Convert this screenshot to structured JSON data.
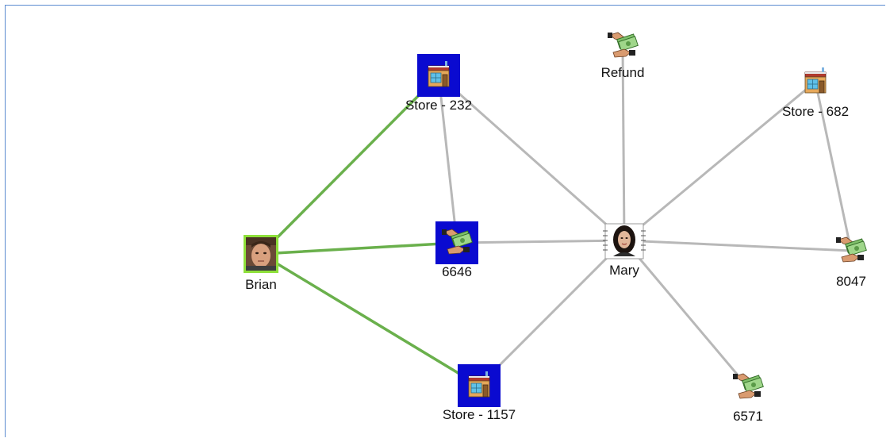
{
  "graph": {
    "nodes": [
      {
        "id": "brian",
        "label": "Brian",
        "kind": "person-male",
        "selected": true
      },
      {
        "id": "mary",
        "label": "Mary",
        "kind": "person-female",
        "selected": false
      },
      {
        "id": "store232",
        "label": "Store - 232",
        "kind": "store",
        "selected": true
      },
      {
        "id": "store1157",
        "label": "Store - 1157",
        "kind": "store",
        "selected": true
      },
      {
        "id": "store682",
        "label": "Store - 682",
        "kind": "store",
        "selected": false
      },
      {
        "id": "t6646",
        "label": "6646",
        "kind": "transaction",
        "selected": true
      },
      {
        "id": "refund",
        "label": "Refund",
        "kind": "transaction",
        "selected": false
      },
      {
        "id": "t8047",
        "label": "8047",
        "kind": "transaction",
        "selected": false
      },
      {
        "id": "t6571",
        "label": "6571",
        "kind": "transaction",
        "selected": false
      }
    ],
    "edges": [
      {
        "from": "brian",
        "to": "store232",
        "highlight": true
      },
      {
        "from": "brian",
        "to": "t6646",
        "highlight": true
      },
      {
        "from": "brian",
        "to": "store1157",
        "highlight": true
      },
      {
        "from": "store232",
        "to": "t6646",
        "highlight": false
      },
      {
        "from": "store232",
        "to": "mary",
        "highlight": false
      },
      {
        "from": "t6646",
        "to": "mary",
        "highlight": false
      },
      {
        "from": "store1157",
        "to": "mary",
        "highlight": false
      },
      {
        "from": "refund",
        "to": "mary",
        "highlight": false
      },
      {
        "from": "store682",
        "to": "mary",
        "highlight": false
      },
      {
        "from": "store682",
        "to": "t8047",
        "highlight": false
      },
      {
        "from": "mary",
        "to": "t8047",
        "highlight": false
      },
      {
        "from": "mary",
        "to": "t6571",
        "highlight": false
      }
    ]
  },
  "colors": {
    "highlight_edge": "#6ab04c",
    "normal_edge": "#b8b8b8",
    "selected_bg": "#0a0ad0",
    "person_border": "#8ee03a"
  }
}
